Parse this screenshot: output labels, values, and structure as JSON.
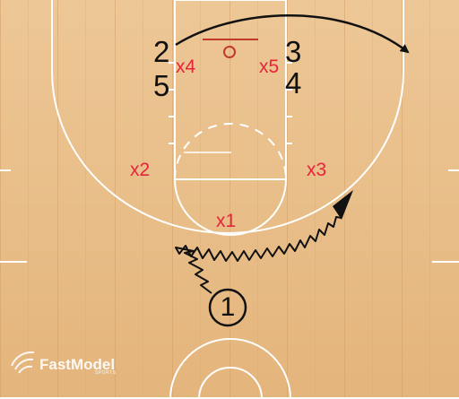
{
  "players": {
    "offense": {
      "p2": "2",
      "p3": "3",
      "p5": "5",
      "p4": "4",
      "p1": "1"
    },
    "defense": {
      "x4": "x4",
      "x5": "x5",
      "x2": "x2",
      "x3": "x3",
      "x1": "x1"
    }
  },
  "brand": {
    "name": "FastModel",
    "sub": "SPORTS"
  },
  "colors": {
    "wood_light": "#e9c08d",
    "wood_dark": "#d9a86c",
    "court_lines": "#ffffff",
    "defense": "#e8233a",
    "offense": "#111111",
    "rim": "#c0392b"
  }
}
